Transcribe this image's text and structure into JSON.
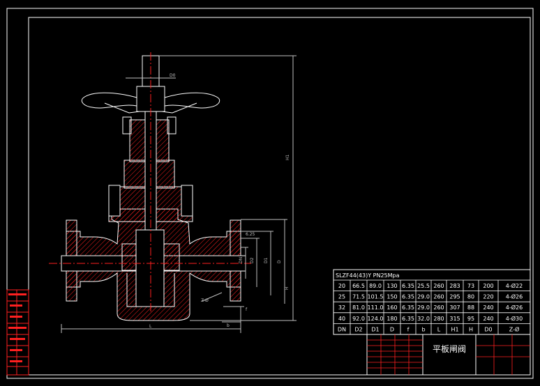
{
  "title_block": {
    "drawing_name": "平板闸阀"
  },
  "spec_table": {
    "model": "SLZF44(43)Y PN25Mpa",
    "rows": [
      [
        "20",
        "66.5",
        "89.0",
        "130",
        "6.35",
        "25.5",
        "260",
        "283",
        "73",
        "200",
        "4-Ø22"
      ],
      [
        "25",
        "71.5",
        "101.5",
        "150",
        "6.35",
        "29.0",
        "260",
        "295",
        "80",
        "220",
        "4-Ø26"
      ],
      [
        "32",
        "81.0",
        "111.0",
        "160",
        "6.35",
        "29.0",
        "260",
        "307",
        "88",
        "240",
        "4-Ø26"
      ],
      [
        "40",
        "92.0",
        "124.0",
        "180",
        "6.35",
        "32.0",
        "280",
        "315",
        "95",
        "240",
        "4-Ø30"
      ]
    ],
    "header": [
      "DN",
      "D2",
      "D1",
      "D",
      "f",
      "b",
      "L",
      "H1",
      "H",
      "D0",
      "Z-Ø"
    ]
  },
  "dimensions": {
    "handwheel_dia": "D0",
    "overall_height": "H1",
    "height_H": "H",
    "length_L": "L",
    "flange_D": "D",
    "flange_D1": "D1",
    "flange_D2": "D2",
    "bore_DN": "DN",
    "thickness_b": "b",
    "raised_face_f": "f",
    "face_value": "6.25",
    "bolt_holes": "Z-Ø"
  },
  "colors": {
    "frame": "#ffffff",
    "geometry": "#ffffff",
    "dimension": "#c0c0c0",
    "hatch": "#ff2020",
    "centerline": "#ff2020",
    "table_grid": "#ff2020"
  }
}
